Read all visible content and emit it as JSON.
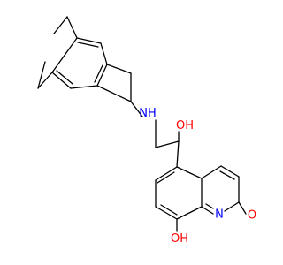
{
  "atoms": {
    "nh": {
      "text": "N",
      "sub": "H",
      "color": "#0000ff"
    },
    "oh_side": {
      "text": "O",
      "sub": "H",
      "color": "#ff0000"
    },
    "ring_n": {
      "text": "N",
      "color": "#0000ff"
    },
    "carbonyl_o": {
      "text": "O",
      "color": "#ff0000"
    },
    "phenol_oh": {
      "text": "O",
      "sub": "H",
      "color": "#ff0000"
    }
  }
}
